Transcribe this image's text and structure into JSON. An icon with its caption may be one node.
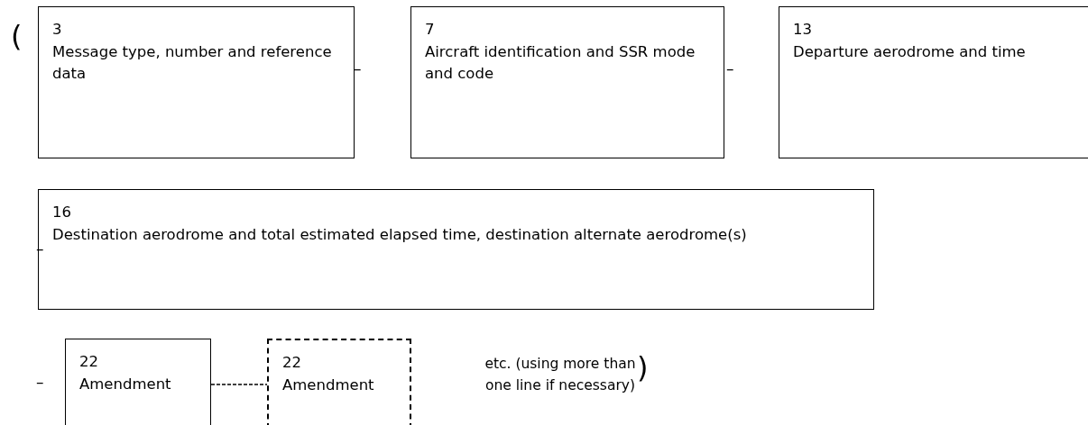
{
  "diagram": {
    "nodes": [
      {
        "text": [
          "3",
          "Message type, number and reference data"
        ]
      },
      {
        "text": [
          "7",
          "Aircraft identification and SSR mode and code"
        ]
      },
      {
        "text": [
          "13",
          "Departure aerodrome and time"
        ]
      },
      {
        "text": [
          "16",
          "Destination aerodrome and total estimated elapsed time, destination alternate aerodrome(s)"
        ]
      },
      {
        "text": [
          "22",
          "Amendment"
        ]
      },
      {
        "text": [
          "22",
          "Amendment"
        ]
      }
    ],
    "edges": [
      {
        "from": 4,
        "to": 5,
        "arrow": "none",
        "style": "dashed"
      }
    ],
    "labels": [
      "(",
      "–",
      "–",
      "–",
      "–",
      "etc. (using more than one line if necessary)",
      ")"
    ]
  }
}
